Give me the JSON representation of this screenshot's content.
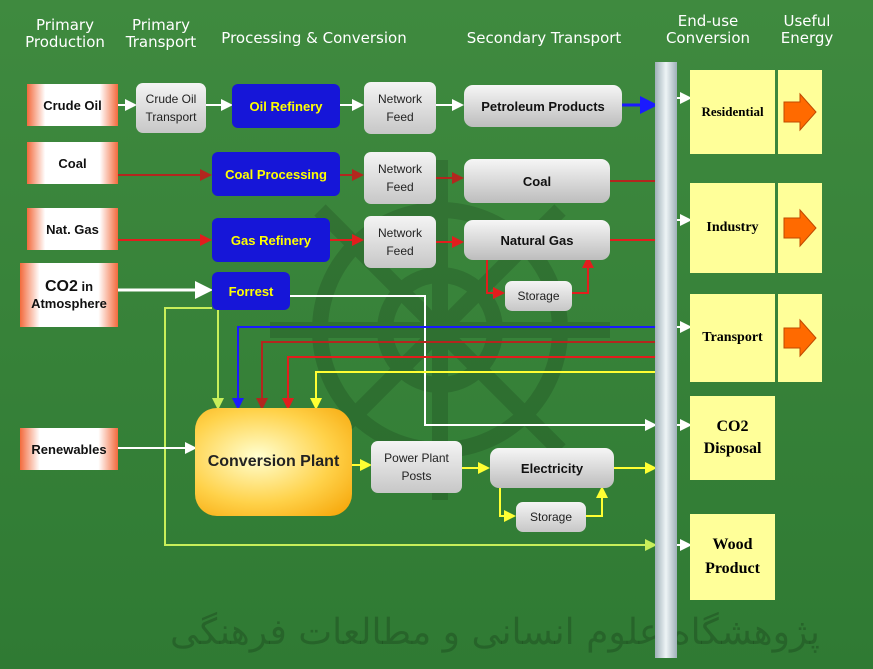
{
  "headers": {
    "primary_production": "Primary\nProduction",
    "primary_transport": "Primary\nTransport",
    "processing": "Processing & Conversion",
    "secondary_transport": "Secondary Transport",
    "end_use": "End-use\nConversion",
    "useful_energy": "Useful\nEnergy"
  },
  "sources": {
    "crude_oil": "Crude Oil",
    "coal": "Coal",
    "nat_gas": "Nat. Gas",
    "co2_main": "CO2",
    "co2_in": " in",
    "co2_atmos": "Atmosphere",
    "renewables": "Renewables"
  },
  "transport": {
    "crude_oil_transport": "Crude Oil\nTransport"
  },
  "processing": {
    "oil_refinery": "Oil Refinery",
    "coal_processing": "Coal Processing",
    "gas_refinery": "Gas Refinery",
    "forrest": "Forrest",
    "conversion_plant": "Conversion Plant"
  },
  "feeds": {
    "network_feed": "Network\nFeed",
    "power_plant_posts": "Power Plant\nPosts"
  },
  "secondary": {
    "petroleum": "Petroleum Products",
    "coal": "Coal",
    "natural_gas": "Natural Gas",
    "storage": "Storage",
    "electricity": "Electricity"
  },
  "end_use": {
    "residential": "Residential",
    "industry": "Industry",
    "transport": "Transport",
    "co2_disposal": "CO2\nDisposal",
    "wood_product": "Wood\nProduct"
  },
  "watermark": "پژوهشگاه علوم انسانی و مطالعات فرهنگی",
  "colors": {
    "background": "#3a863b",
    "oil_line": "#1a1aff",
    "coal_line": "#b3261e",
    "gas_line": "#e21d1d",
    "co2_line": "#ffffff",
    "renewable_line": "#ffff33",
    "wood_line": "#c8ef5a",
    "arrow": "#ff6a00"
  },
  "icons": [
    "orange-arrow-icon"
  ]
}
